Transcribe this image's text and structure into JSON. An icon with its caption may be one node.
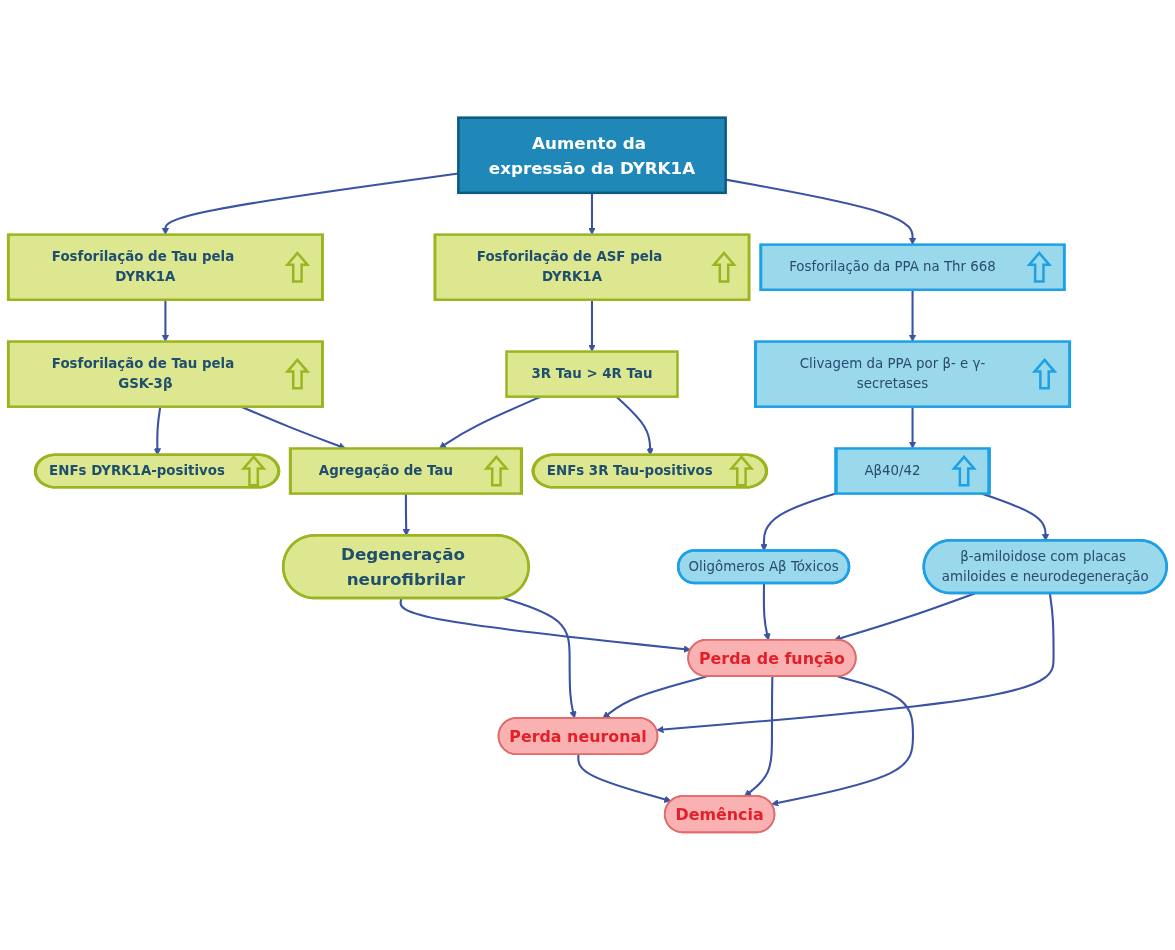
{
  "diagram": {
    "nodes": [
      {
        "text": [
          "Aumento da expressão da DYRK1A"
        ]
      },
      {
        "text": [
          "Fosforilação de Tau pela DYRK1A"
        ]
      },
      {
        "text": [
          "Fosforilação de ASF pela DYRK1A"
        ]
      },
      {
        "text": [
          "Fosforilação da PPA na Thr 668"
        ]
      },
      {
        "text": [
          "Fosforilação de Tau pela GSK-3β"
        ]
      },
      {
        "text": [
          "3R Tau > 4R Tau"
        ]
      },
      {
        "text": [
          "Clivagem da PPA por β- e γ-secretases"
        ]
      },
      {
        "text": [
          "Agregação de Tau"
        ]
      },
      {
        "text": [
          "Aβ40/42"
        ]
      },
      {
        "text": [
          "ENFs DYRK1A-positivos"
        ]
      },
      {
        "text": [
          "ENFs 3R Tau-positivos"
        ]
      },
      {
        "text": [
          "Oligômeros Aβ Tóxicos"
        ]
      },
      {
        "text": [
          "Degeneração neurofibrilar"
        ]
      },
      {
        "text": [
          "Perda de função"
        ]
      },
      {
        "text": [
          "β-amiloidose com placas amiloides e neurodegeneração"
        ]
      },
      {
        "text": [
          "Perda neuronal"
        ]
      },
      {
        "text": [
          "Demência"
        ]
      }
    ],
    "edges": [
      {
        "from": 0,
        "to": 1,
        "arrow": "to"
      },
      {
        "from": 0,
        "to": 2,
        "arrow": "to"
      },
      {
        "from": 0,
        "to": 3,
        "arrow": "to"
      },
      {
        "from": 1,
        "to": 4,
        "arrow": "to"
      },
      {
        "from": 2,
        "to": 5,
        "arrow": "to"
      },
      {
        "from": 3,
        "to": 6,
        "arrow": "to"
      },
      {
        "from": 4,
        "to": 9,
        "arrow": "to"
      },
      {
        "from": 4,
        "to": 7,
        "arrow": "to"
      },
      {
        "from": 5,
        "to": 7,
        "arrow": "to"
      },
      {
        "from": 5,
        "to": 10,
        "arrow": "to"
      },
      {
        "from": 6,
        "to": 8,
        "arrow": "to"
      },
      {
        "from": 7,
        "to": 12,
        "arrow": "to"
      },
      {
        "from": 8,
        "to": 11,
        "arrow": "to"
      },
      {
        "from": 8,
        "to": 14,
        "arrow": "to"
      },
      {
        "from": 11,
        "to": 13,
        "arrow": "to"
      },
      {
        "from": 12,
        "to": 13,
        "arrow": "to"
      },
      {
        "from": 12,
        "to": 15,
        "arrow": "to"
      },
      {
        "from": 14,
        "to": 13,
        "arrow": "to"
      },
      {
        "from": 14,
        "to": 15,
        "arrow": "to"
      },
      {
        "from": 13,
        "to": 15,
        "arrow": "to"
      },
      {
        "from": 15,
        "to": 16,
        "arrow": "to"
      },
      {
        "from": 13,
        "to": 16,
        "arrow": "to"
      },
      {
        "from": 13,
        "to": 16,
        "arrow": "to"
      }
    ]
  }
}
